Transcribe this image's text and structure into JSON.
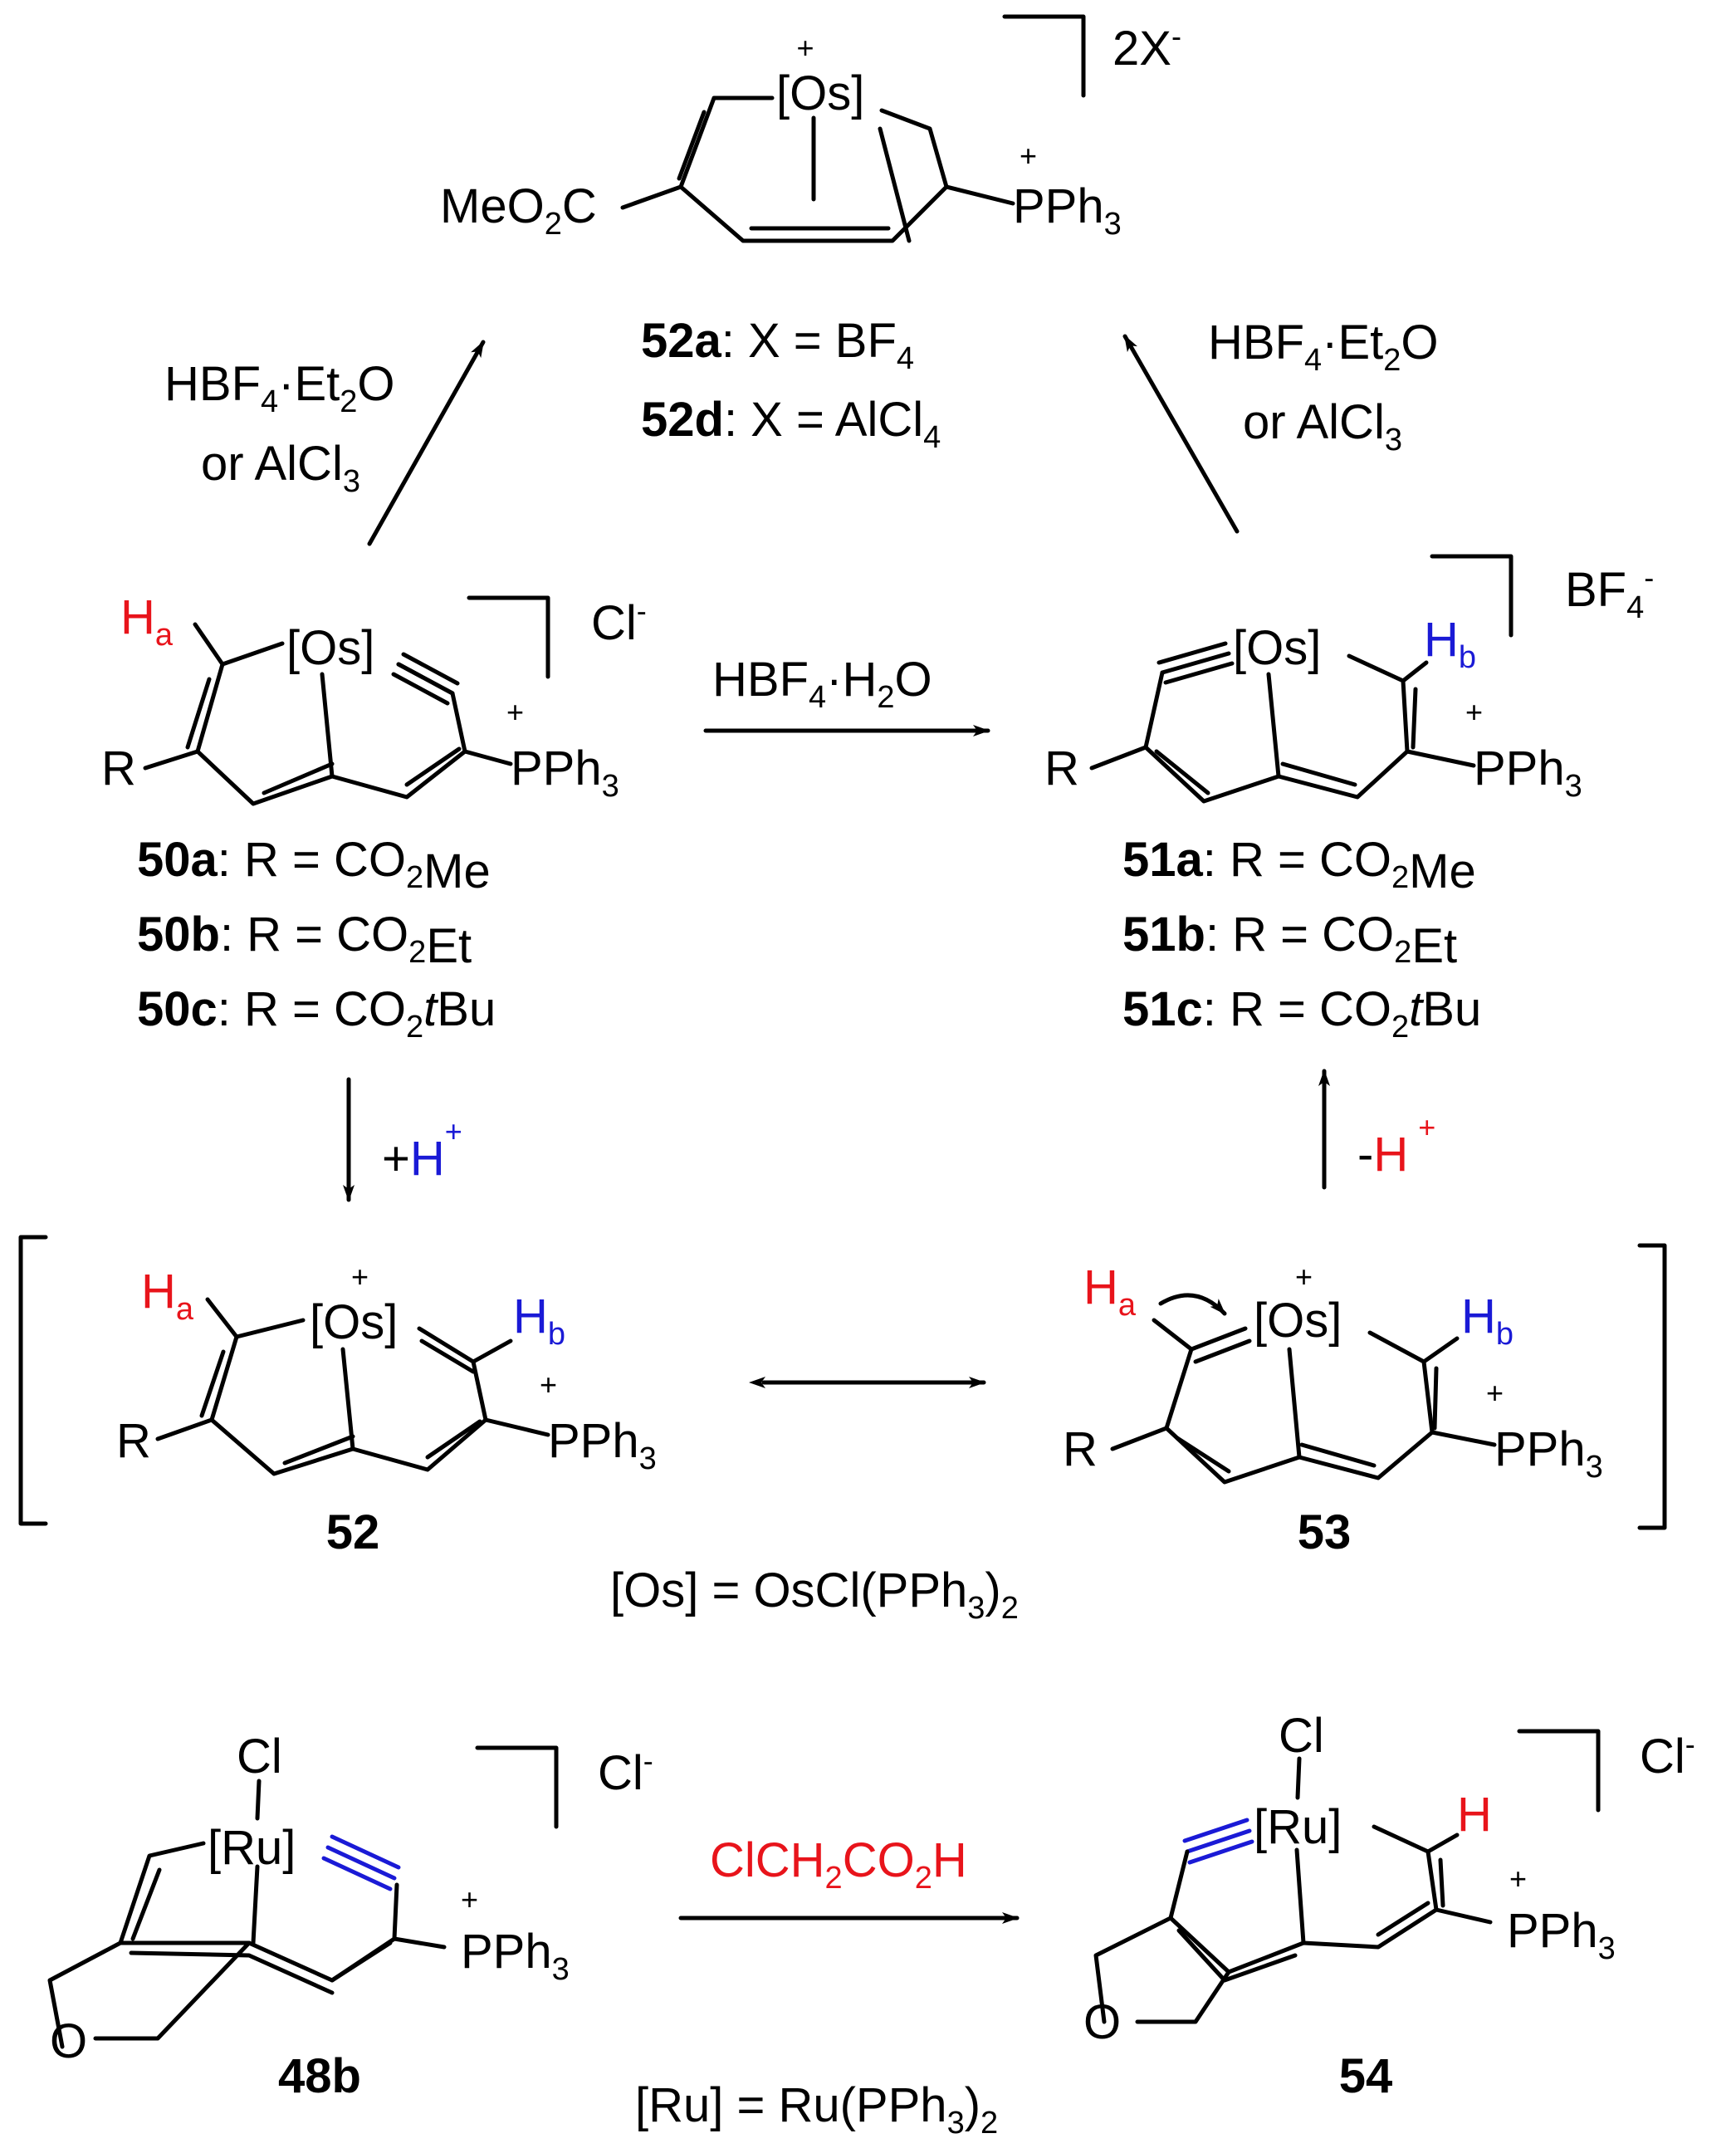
{
  "colors": {
    "red": "#e8141b",
    "blue": "#1a1ad6",
    "black": "#000000"
  },
  "product52": {
    "metal": "[Os]",
    "charge": "+",
    "counter_ion": "2X",
    "ester": "MeO",
    "ester_sub": "2",
    "ester_c": "C",
    "phosphonium": "PPh",
    "phosphonium_sub": "3",
    "variants": [
      {
        "label": "52a",
        "text": ":  X = BF",
        "sub": "4"
      },
      {
        "label": "52d",
        "text": ":  X = AlCl",
        "sub": "4"
      }
    ]
  },
  "arrow_left": {
    "line1_a": "HBF",
    "line1_sub": "4",
    "line1_b": "·Et",
    "line1_sub2": "2",
    "line1_c": "O",
    "line2_a": "or AlCl",
    "line2_sub": "3"
  },
  "arrow_right": {
    "line1_a": "HBF",
    "line1_sub": "4",
    "line1_b": "·Et",
    "line1_sub2": "2",
    "line1_c": "O",
    "line2_a": "or AlCl",
    "line2_sub": "3"
  },
  "compound50": {
    "metal": "[Os]",
    "ha": "H",
    "ha_sub": "a",
    "r": "R",
    "counter": "Cl",
    "phosphonium": "PPh",
    "phosphonium_sub": "3",
    "variants": [
      {
        "label": "50a",
        "text": ": R = CO",
        "sub": "2",
        "tail": "Me",
        "tail_italic": ""
      },
      {
        "label": "50b",
        "text": ": R = CO",
        "sub": "2",
        "tail": "Et",
        "tail_italic": ""
      },
      {
        "label": "50c",
        "text": ": R = CO",
        "sub": "2",
        "tail": "Bu",
        "tail_italic": "t"
      }
    ]
  },
  "arrow_middle": {
    "a": "HBF",
    "sub": "4",
    "b": "·H",
    "sub2": "2",
    "c": "O"
  },
  "compound51": {
    "metal": "[Os]",
    "hb": "H",
    "hb_sub": "b",
    "r": "R",
    "counter": "BF",
    "counter_sub": "4",
    "phosphonium": "PPh",
    "phosphonium_sub": "3",
    "variants": [
      {
        "label": "51a",
        "text": ": R = CO",
        "sub": "2",
        "tail": "Me",
        "tail_italic": ""
      },
      {
        "label": "51b",
        "text": ": R = CO",
        "sub": "2",
        "tail": "Et",
        "tail_italic": ""
      },
      {
        "label": "51c",
        "text": ": R = CO",
        "sub": "2",
        "tail": "Bu",
        "tail_italic": "t"
      }
    ]
  },
  "step_down": {
    "prefix": "+",
    "h": "H",
    "charge": "+"
  },
  "step_up": {
    "prefix": "-",
    "h": "H",
    "charge": "+"
  },
  "intermediate52": {
    "metal": "[Os]",
    "ha": "H",
    "ha_sub": "a",
    "hb": "H",
    "hb_sub": "b",
    "r": "R",
    "phosphonium": "PPh",
    "phosphonium_sub": "3",
    "label": "52"
  },
  "intermediate53": {
    "metal": "[Os]",
    "ha": "H",
    "ha_sub": "a",
    "hb": "H",
    "hb_sub": "b",
    "r": "R",
    "phosphonium": "PPh",
    "phosphonium_sub": "3",
    "label": "53"
  },
  "os_definition": {
    "a": "[Os] = OsCl(PPh",
    "sub": "3",
    "b": ")",
    "sub2": "2"
  },
  "compound48b": {
    "metal": "[Ru]",
    "cl": "Cl",
    "o": "O",
    "counter": "Cl",
    "phosphonium": "PPh",
    "phosphonium_sub": "3",
    "label": "48b"
  },
  "arrow_bottom": {
    "a": "ClCH",
    "sub": "2",
    "b": "CO",
    "sub2": "2",
    "c": "H"
  },
  "compound54": {
    "metal": "[Ru]",
    "cl": "Cl",
    "o": "O",
    "h": "H",
    "counter": "Cl",
    "phosphonium": "PPh",
    "phosphonium_sub": "3",
    "label": "54"
  },
  "ru_definition": {
    "a": "[Ru] = Ru(PPh",
    "sub": "3",
    "b": ")",
    "sub2": "2"
  }
}
